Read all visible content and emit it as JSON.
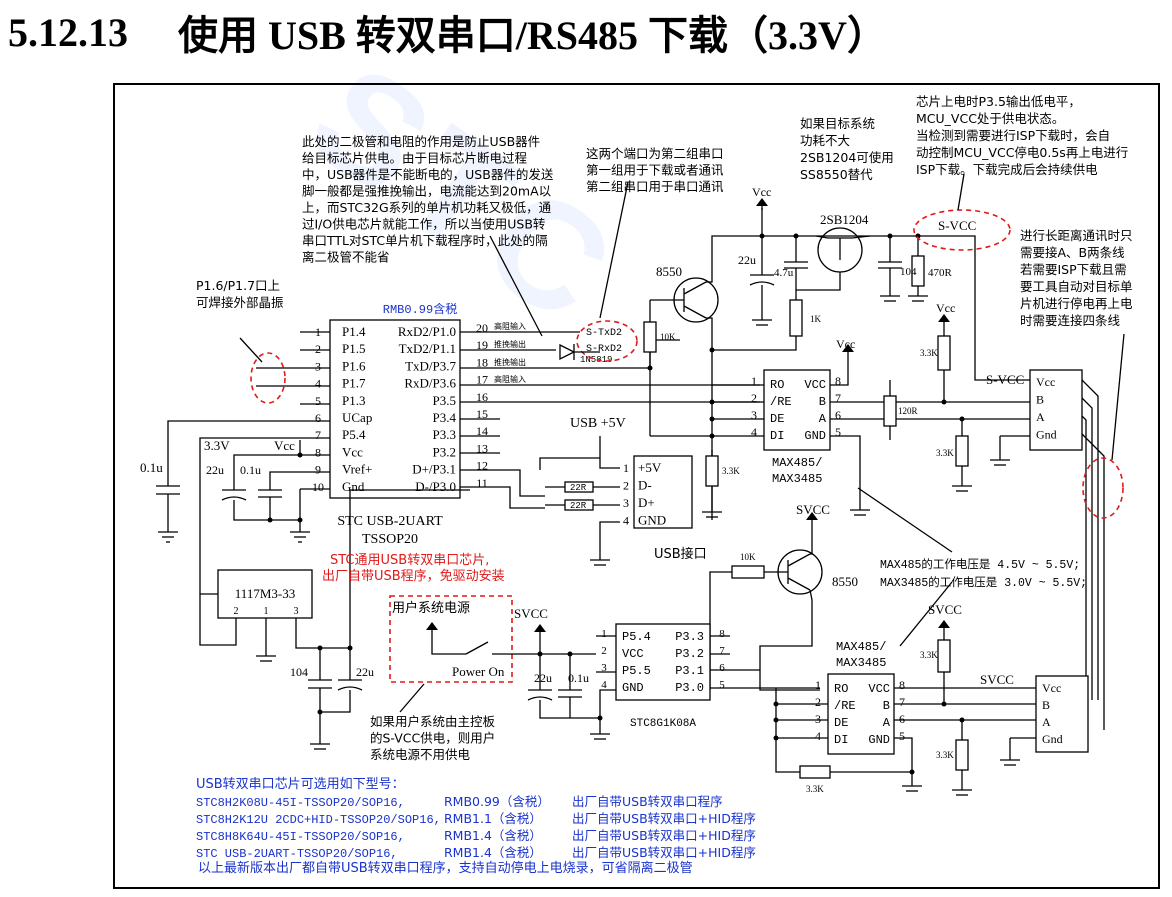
{
  "heading": {
    "number": "5.12.13",
    "title": "使用 USB 转双串口/RS485 下载（3.3V）"
  },
  "notes": {
    "diode_note": [
      "此处的二极管和电阻的作用是防止USB器件",
      "给目标芯片供电。由于目标芯片断电过程",
      "中，USB器件是不能断电的，USB器件的发送",
      "脚一般都是强推挽输出，电流能达到20mA以",
      "上，而STC32G系列的单片机功耗又极低，通",
      "过I/O供电芯片就能工作，所以当使用USB转",
      "串口TTL对STC单片机下载程序时，此处的隔",
      "离二极管不能省"
    ],
    "port_note": [
      "这两个端口为第二组串口",
      "第一组用于下载或者通讯",
      "第二组串口用于串口通讯"
    ],
    "transistor_note": [
      "如果目标系统",
      "功耗不大",
      "2SB1204可使用",
      "SS8550替代"
    ],
    "power_note": [
      "芯片上电时P3.5输出低电平，",
      "MCU_VCC处于供电状态。",
      "当检测到需要进行ISP下载时，会自",
      "动控制MCU_VCC停电0.5s再上电进行",
      "ISP下载。下载完成后会持续供电"
    ],
    "crystal_note": [
      "P1.6/P1.7口上",
      "可焊接外部晶振"
    ],
    "rs485_note": [
      "进行长距离通讯时只",
      "需要接A、B两条线",
      "若需要ISP下载且需",
      "要工具自动对目标单",
      "片机进行停电再上电",
      "时需要连接四条线"
    ],
    "chip_note": [
      "STC通用USB转双串口芯片,",
      "出厂自带USB程序，免驱动安装"
    ],
    "voltage_note": [
      "MAX485的工作电压是 4.5V ~ 5.5V;",
      "MAX3485的工作电压是 3.0V ~ 5.5V;"
    ],
    "user_power_note": [
      "如果用户系统由主控板",
      "的S-VCC供电，则用户",
      "系统电源不用供电"
    ],
    "price": "RMB0.99含税"
  },
  "usb_chip": {
    "name": "STC USB-2UART",
    "package": "TSSOP20",
    "left_pins": [
      {
        "num": "1",
        "name": "P1.4"
      },
      {
        "num": "2",
        "name": "P1.5"
      },
      {
        "num": "3",
        "name": "P1.6"
      },
      {
        "num": "4",
        "name": "P1.7"
      },
      {
        "num": "5",
        "name": "P1.3"
      },
      {
        "num": "6",
        "name": "UCap"
      },
      {
        "num": "7",
        "name": "P5.4"
      },
      {
        "num": "8",
        "name": "Vcc"
      },
      {
        "num": "9",
        "name": "Vref+"
      },
      {
        "num": "10",
        "name": "Gnd"
      }
    ],
    "right_pins": [
      {
        "num": "20",
        "name": "RxD2/P1.0"
      },
      {
        "num": "19",
        "name": "TxD2/P1.1"
      },
      {
        "num": "18",
        "name": "TxD/P3.7"
      },
      {
        "num": "17",
        "name": "RxD/P3.6"
      },
      {
        "num": "16",
        "name": "P3.5"
      },
      {
        "num": "15",
        "name": "P3.4"
      },
      {
        "num": "14",
        "name": "P3.3"
      },
      {
        "num": "13",
        "name": "P3.2"
      },
      {
        "num": "12",
        "name": "D+/P3.1"
      },
      {
        "num": "11",
        "name": "D-/P3.0"
      }
    ]
  },
  "signal_labels": [
    "高阻输入",
    "推挽输出",
    "推挽输出",
    "高阻输入"
  ],
  "port_labels": {
    "txd2": "S-TxD2",
    "rxd2": "S-RxD2",
    "diode": "1N5819"
  },
  "usb_port": {
    "title": "USB接口",
    "supply": "USB +5V",
    "pins": [
      {
        "num": "1",
        "name": "+5V"
      },
      {
        "num": "2",
        "name": "D-"
      },
      {
        "num": "3",
        "name": "D+"
      },
      {
        "num": "4",
        "name": "GND"
      }
    ],
    "resistor": "22R"
  },
  "max485_top": {
    "name1": "MAX485/",
    "name2": "MAX3485",
    "left_pins": [
      {
        "num": "1",
        "name": "RO"
      },
      {
        "num": "2",
        "name": "/RE"
      },
      {
        "num": "3",
        "name": "DE"
      },
      {
        "num": "4",
        "name": "DI"
      }
    ],
    "right_pins": [
      {
        "num": "8",
        "name": "VCC"
      },
      {
        "num": "7",
        "name": "B"
      },
      {
        "num": "6",
        "name": "A"
      },
      {
        "num": "5",
        "name": "GND"
      }
    ]
  },
  "max485_bottom": {
    "name1": "MAX485/",
    "name2": "MAX3485",
    "left_pins": [
      {
        "num": "1",
        "name": "RO"
      },
      {
        "num": "2",
        "name": "/RE"
      },
      {
        "num": "3",
        "name": "DE"
      },
      {
        "num": "4",
        "name": "DI"
      }
    ],
    "right_pins": [
      {
        "num": "8",
        "name": "VCC"
      },
      {
        "num": "7",
        "name": "B"
      },
      {
        "num": "6",
        "name": "A"
      },
      {
        "num": "5",
        "name": "GND"
      }
    ]
  },
  "connector": [
    "Vcc",
    "B",
    "A",
    "Gnd"
  ],
  "stc8g": {
    "name": "STC8G1K08A",
    "left_pins": [
      {
        "num": "1",
        "name": "P5.4"
      },
      {
        "num": "2",
        "name": "VCC"
      },
      {
        "num": "3",
        "name": "P5.5"
      },
      {
        "num": "4",
        "name": "GND"
      }
    ],
    "right_pins": [
      {
        "num": "8",
        "name": "P3.3"
      },
      {
        "num": "7",
        "name": "P3.2"
      },
      {
        "num": "6",
        "name": "P3.1"
      },
      {
        "num": "5",
        "name": "P3.0"
      }
    ]
  },
  "regulator": {
    "name": "1117M3-33",
    "pins": [
      "2",
      "1",
      "3"
    ]
  },
  "components": {
    "c_0_1u": "0.1u",
    "c_22u": "22u",
    "c_104": "104",
    "c_4_7u": "4.7u",
    "r_10k": "10K",
    "r_1k": "1K",
    "r_470": "470R",
    "r_3_3k": "3.3K",
    "r_120": "120R",
    "q_8550": "8550",
    "q_2sb": "2SB1204",
    "vcc": "Vcc",
    "v33": "3.3V",
    "s_vcc": "S-VCC",
    "svcc": "SVCC",
    "user_power": "用户系统电源",
    "power_on": "Power On"
  },
  "chip_list": {
    "title": "USB转双串口芯片可选用如下型号：",
    "rows": [
      {
        "part": "STC8H2K08U-45I-TSSOP20/SOP16,",
        "price": "RMB0.99（含税）",
        "note": "出厂自带USB转双串口程序"
      },
      {
        "part": "STC8H2K12U 2CDC+HID-TSSOP20/SOP16,",
        "price": "RMB1.1（含税）",
        "note": "出厂自带USB转双串口+HID程序"
      },
      {
        "part": "STC8H8K64U-45I-TSSOP20/SOP16,",
        "price": "RMB1.4（含税）",
        "note": "出厂自带USB转双串口+HID程序"
      },
      {
        "part": "STC USB-2UART-TSSOP20/SOP16,",
        "price": "RMB1.4（含税）",
        "note": "出厂自带USB转双串口+HID程序"
      }
    ],
    "footer": "以上最新版本出厂都自带USB转双串口程序，支持自动停电上电烧录，可省隔离二极管"
  }
}
